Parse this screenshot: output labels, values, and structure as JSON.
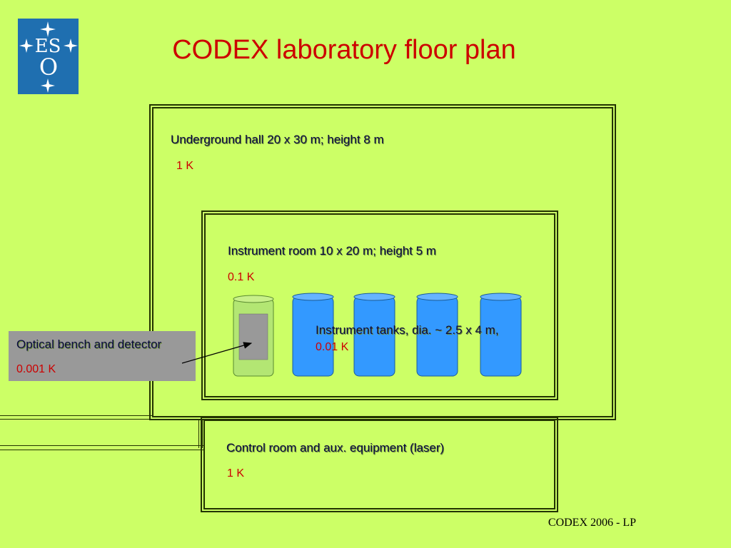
{
  "title": "CODEX laboratory floor plan",
  "logo": {
    "text_top": "ES",
    "text_bottom": "O"
  },
  "hall": {
    "label": "Underground hall 20 x 30 m; height 8 m",
    "temp": "1 K"
  },
  "instrument_room": {
    "label": "Instrument room 10 x 20 m; height 5 m",
    "temp": "0.1 K"
  },
  "tanks": {
    "label": "Instrument  tanks, dia. ~ 2.5 x 4 m,",
    "temp": "0.01 K"
  },
  "bench": {
    "label": "Optical bench and detector",
    "temp": "0.001 K"
  },
  "control_room": {
    "label": "Control room and aux. equipment  (laser)",
    "temp": "1 K"
  },
  "footer": "CODEX  2006 - LP",
  "colors": {
    "background": "#ccff66",
    "title": "#cc0000",
    "tank": "#3399ff",
    "bench_cylinder": "#b3e673",
    "bench_block": "#999999"
  }
}
